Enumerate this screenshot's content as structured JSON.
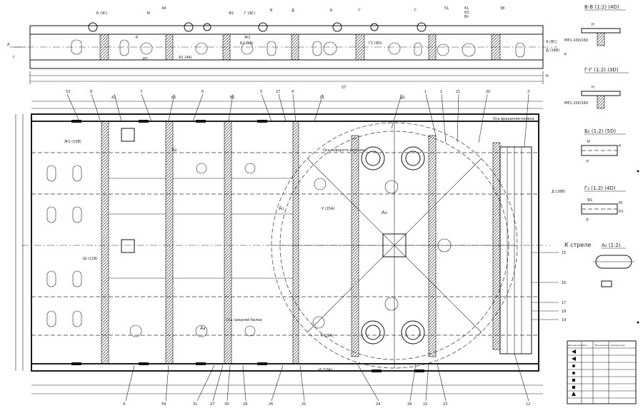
{
  "top_view": {
    "labels": [
      "Б (9С)",
      "И",
      "44",
      "Ф1",
      "Г (9С)",
      "В",
      "Д",
      "Б",
      "Г",
      "Г",
      "51",
      "61",
      "63",
      "Вт",
      "38",
      "А",
      "Г",
      "К",
      "Ж1",
      "А1 (4А)",
      "Б1 (5В)",
      "Г1 (9D)",
      "Г",
      "В",
      "А (8С)",
      "Д (16В)",
      "Р",
      "Н",
      "И1",
      "57"
    ],
    "left_tags": [
      "А",
      "Г"
    ]
  },
  "main_view": {
    "leader_numbers_top": [
      "53",
      "8",
      "А1",
      "7",
      "Б1",
      "6",
      "В1",
      "5",
      "27",
      "4",
      "Г1",
      "Д1",
      "1",
      "2",
      "21",
      "20",
      "3"
    ],
    "leader_numbers_bottom": [
      "9",
      "59",
      "31",
      "27",
      "30",
      "28",
      "26",
      "25",
      "24",
      "28",
      "22",
      "23",
      "12"
    ],
    "leader_numbers_right": [
      "15",
      "16",
      "17",
      "18",
      "19"
    ],
    "callouts": [
      "Ж1 (10В)",
      "Д (16В)",
      "Ш (11В)",
      "У (15А)",
      "Ч (15А)",
      "И (10А)",
      "К стреле",
      "А₂",
      "А₃",
      "А₄",
      "А₁"
    ],
    "notes": [
      "Ось вращения колеса",
      "Ось поворота колонны",
      "Ось средней балки"
    ]
  },
  "sections": {
    "vv": {
      "title": "В-В (1:2) (4D)",
      "labels": [
        "Н",
        "МР1-100/160"
      ]
    },
    "gg": {
      "title": "Г-Г (1:2) (3D)",
      "labels": [
        "Н",
        "МР1-100/160"
      ]
    },
    "b2": {
      "title": "Б₂ (1:2) (5D)",
      "labels": [
        "И",
        "К",
        "Л"
      ]
    },
    "g2": {
      "title": "Г₂ (1:2) (4D)",
      "labels": [
        "Ф1",
        "Ю",
        "К1",
        "Л"
      ]
    },
    "a2": {
      "title": "А₂ (1:2)"
    }
  },
  "legend": {
    "headers": [
      "Обозначение",
      "Кол.",
      "Обозначение",
      "Примечание"
    ]
  }
}
